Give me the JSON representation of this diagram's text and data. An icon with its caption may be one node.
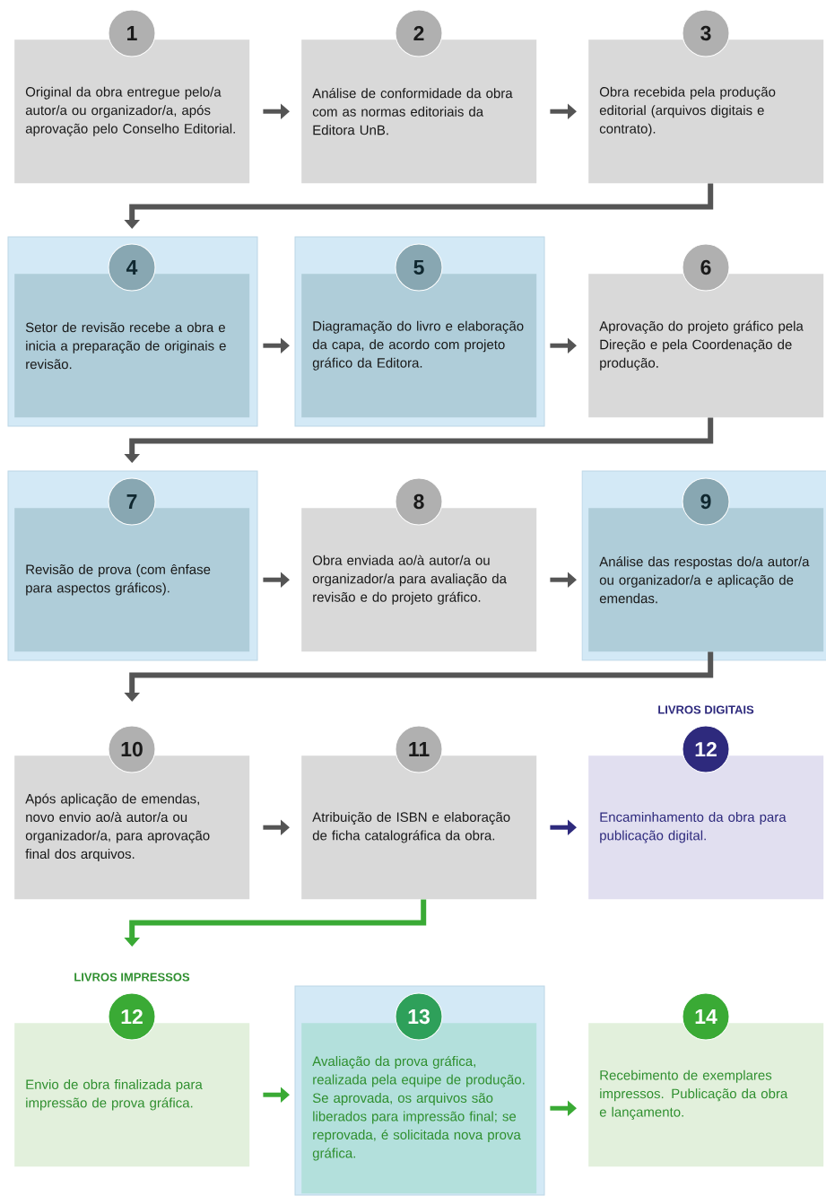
{
  "diagram": {
    "nodes": [
      {
        "text": [
          "1",
          "Original da obra entregue pelo/a autor/a ou organizador/a, após aprovação pelo Conselho Editorial."
        ]
      },
      {
        "text": [
          "2",
          "Análise de conformidade da obra com as normas editoriais da Editora UnB."
        ]
      },
      {
        "text": [
          "3",
          "Obra recebida pela produção editorial (arquivos digitais e contrato)."
        ]
      },
      {
        "text": [
          "4",
          "Setor de revisão recebe a obra e inicia a preparação de originais e revisão."
        ]
      },
      {
        "text": [
          "5",
          "Diagramação do livro e elaboração da capa, de acordo com projeto gráfico da Editora."
        ]
      },
      {
        "text": [
          "6",
          "Aprovação do projeto gráfico pela Direção e pela Coordenação de produção."
        ]
      },
      {
        "text": [
          "7",
          "Revisão de prova (com ênfase para aspectos gráficos)."
        ]
      },
      {
        "text": [
          "8",
          "Obra enviada ao/à autor/a ou organizador/a para avaliação da revisão e do projeto gráfico."
        ]
      },
      {
        "text": [
          "9",
          "Análise das respostas do/a autor/a ou organizador/a e aplicação de emendas."
        ]
      },
      {
        "text": [
          "10",
          "Após aplicação de emendas, novo envio ao/à autor/a ou organizador/a, para aprovação final dos arquivos."
        ]
      },
      {
        "text": [
          "11",
          "Atribuição de ISBN e elaboração de ficha catalográfica da obra."
        ]
      },
      {
        "text": [
          "12",
          "Encaminhamento da obra para publicação digital."
        ],
        "beside": [
          "LIVROS DIGITAIS"
        ]
      },
      {
        "text": [
          "12",
          "Envio de obra finalizada para impressão de prova gráfica."
        ],
        "beside": [
          "LIVROS IMPRESSOS"
        ]
      },
      {
        "text": [
          "13",
          "Avaliação da prova gráfica, realizada pela equipe de produção. Se aprovada, os arquivos são liberados para impressão final; se reprovada, é solicitada nova prova gráfica."
        ]
      },
      {
        "text": [
          "14",
          "Recebimento de exemplares impressos. Publicação da obra e lançamento."
        ]
      }
    ],
    "edges": [
      {
        "from": 0,
        "to": 1,
        "arrow": "to"
      },
      {
        "from": 1,
        "to": 2,
        "arrow": "to"
      },
      {
        "from": 2,
        "to": 3,
        "arrow": "to"
      },
      {
        "from": 3,
        "to": 4,
        "arrow": "to"
      },
      {
        "from": 4,
        "to": 5,
        "arrow": "to"
      },
      {
        "from": 5,
        "to": 6,
        "arrow": "to"
      },
      {
        "from": 6,
        "to": 7,
        "arrow": "to"
      },
      {
        "from": 7,
        "to": 8,
        "arrow": "to"
      },
      {
        "from": 8,
        "to": 9,
        "arrow": "to"
      },
      {
        "from": 9,
        "to": 10,
        "arrow": "to"
      },
      {
        "from": 10,
        "to": 11,
        "arrow": "to",
        "color": "#2e2a7d"
      },
      {
        "from": 10,
        "to": 12,
        "arrow": "to",
        "color": "#3aaa35"
      },
      {
        "from": 12,
        "to": 13,
        "arrow": "to",
        "color": "#3aaa35"
      },
      {
        "from": 13,
        "to": 14,
        "arrow": "to",
        "color": "#3aaa35"
      }
    ]
  }
}
